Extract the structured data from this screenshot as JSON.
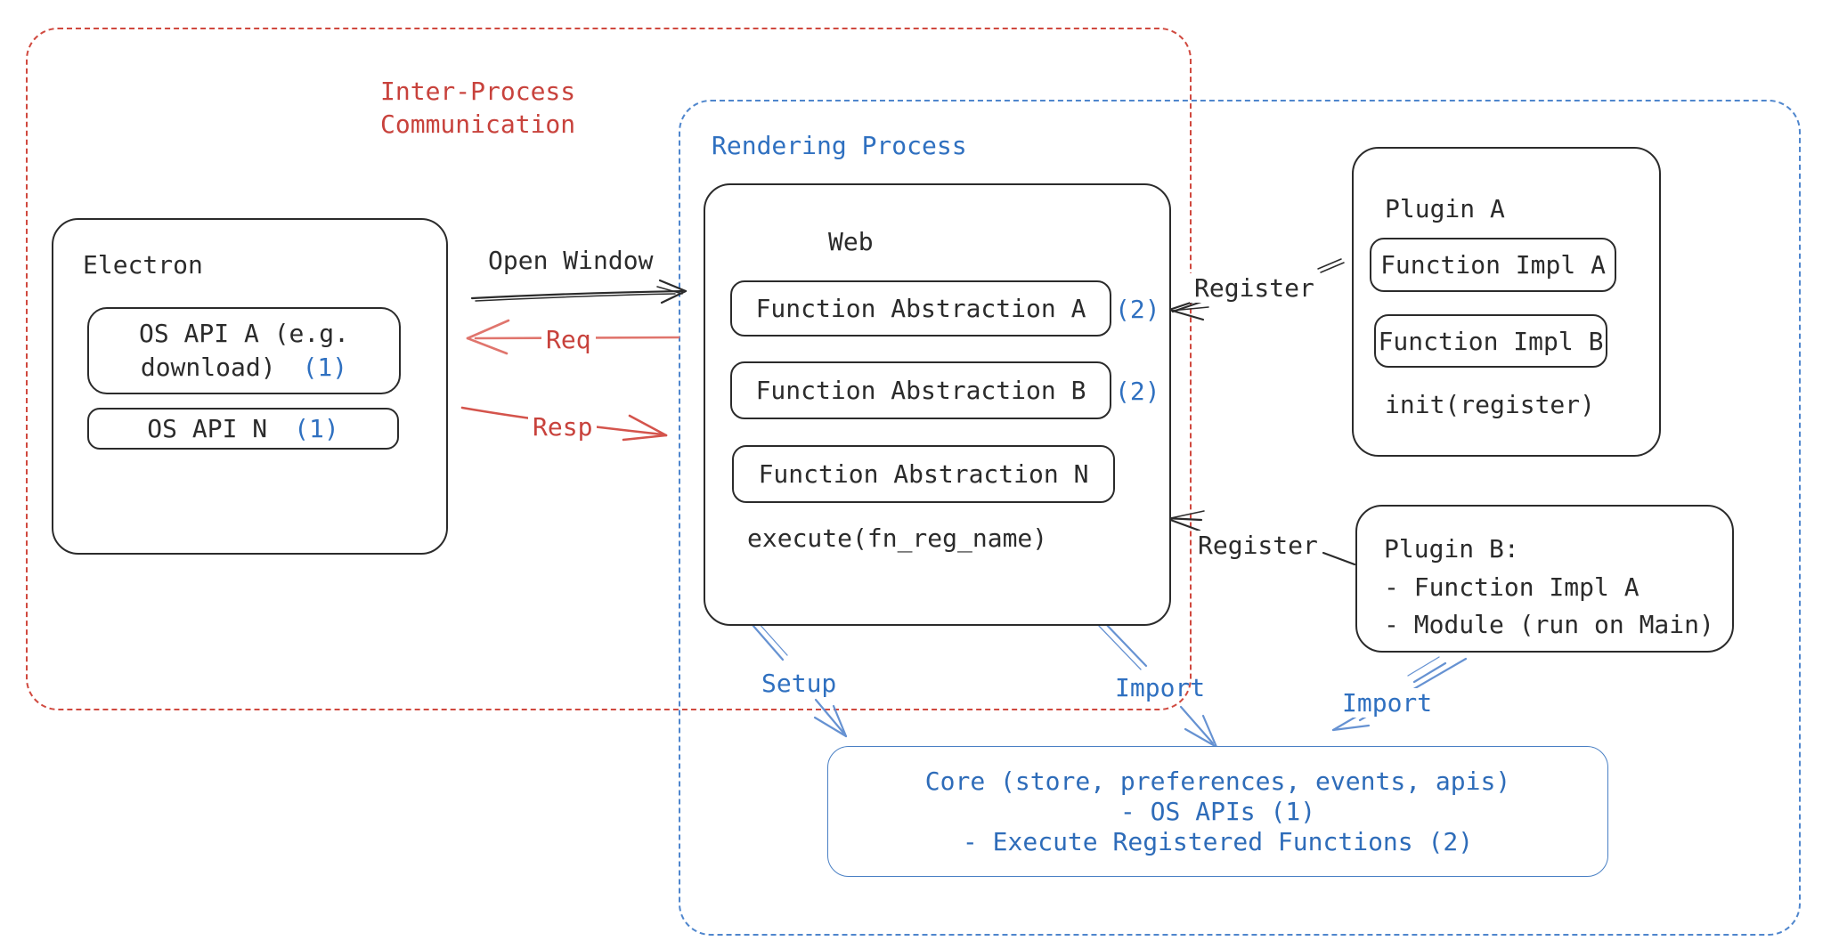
{
  "colors": {
    "ink": "#2b2b2b",
    "red": "#c8423c",
    "redDash": "#d0493f",
    "redLight": "#e0756d",
    "redMid": "#d4544c",
    "blue": "#2f70c0",
    "blueDash": "#4f86cd",
    "blueArrow": "#6692d2",
    "coreBorder": "#4a80c4",
    "coreText": "#2e6cb9"
  },
  "regions": {
    "ipc": {
      "label": "Inter-Process\nCommunication"
    },
    "rendering": {
      "label": "Rendering Process"
    }
  },
  "electron": {
    "title": "Electron",
    "os_api_a": {
      "line1": "OS API A (e.g.",
      "line2": "download)",
      "badge": "(1)"
    },
    "os_api_n": {
      "label": "OS API N",
      "badge": "(1)"
    }
  },
  "web": {
    "title": "Web",
    "abstractions": [
      {
        "label": "Function Abstraction A",
        "badge": "(2)"
      },
      {
        "label": "Function Abstraction B",
        "badge": "(2)"
      },
      {
        "label": "Function Abstraction N",
        "badge": ""
      }
    ],
    "execute": "execute(fn_reg_name)"
  },
  "plugin_a": {
    "title": "Plugin A",
    "impls": [
      "Function Impl A",
      "Function Impl B"
    ],
    "init": "init(register)"
  },
  "plugin_b": {
    "line1": "Plugin B:",
    "line2": "- Function Impl A",
    "line3": "- Module (run on Main)"
  },
  "core": {
    "line1": "Core (store, preferences, events, apis)",
    "line2": "- OS APIs (1)",
    "line3": "- Execute Registered Functions (2)"
  },
  "edges": {
    "open_window": "Open Window",
    "req": "Req",
    "resp": "Resp",
    "register_top": "Register",
    "register_bottom": "Register",
    "setup": "Setup",
    "import_web": "Import",
    "import_plugin_b": "Import"
  }
}
